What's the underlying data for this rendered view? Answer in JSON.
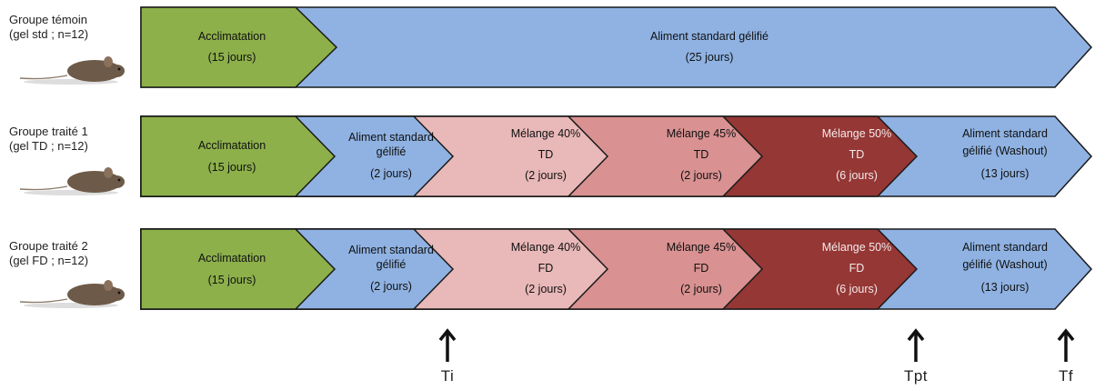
{
  "groups": [
    {
      "label_line1": "Groupe témoin",
      "label_line2": "(gel std ; n=12)"
    },
    {
      "label_line1": "Groupe traité 1",
      "label_line2": "(gel TD ; n=12)"
    },
    {
      "label_line1": "Groupe traité 2",
      "label_line2": "(gel FD ; n=12)"
    }
  ],
  "row1": {
    "seg1": {
      "line1": "Acclimatation",
      "line2": "(15 jours)"
    },
    "seg2": {
      "line1": "Aliment standard gélifié",
      "line2": "(25 jours)"
    }
  },
  "row2": {
    "seg1": {
      "line1": "Acclimatation",
      "line2": "(15 jours)"
    },
    "seg2": {
      "line1": "Aliment standard",
      "line2": "gélifié",
      "line3": "(2 jours)"
    },
    "seg3": {
      "line1": "Mélange 40%",
      "line2": "TD",
      "line3": "(2 jours)"
    },
    "seg4": {
      "line1": "Mélange 45%",
      "line2": "TD",
      "line3": "(2 jours)"
    },
    "seg5": {
      "line1": "Mélange 50%",
      "line2": "TD",
      "line3": "(6 jours)"
    },
    "seg6": {
      "line1": "Aliment standard",
      "line2": "gélifié (Washout)",
      "line3": "(13 jours)"
    }
  },
  "row3": {
    "seg1": {
      "line1": "Acclimatation",
      "line2": "(15 jours)"
    },
    "seg2": {
      "line1": "Aliment standard",
      "line2": "gélifié",
      "line3": "(2 jours)"
    },
    "seg3": {
      "line1": "Mélange 40%",
      "line2": "FD",
      "line3": "(2 jours)"
    },
    "seg4": {
      "line1": "Mélange 45%",
      "line2": "FD",
      "line3": "(2 jours)"
    },
    "seg5": {
      "line1": "Mélange 50%",
      "line2": "FD",
      "line3": "(6 jours)"
    },
    "seg6": {
      "line1": "Aliment standard",
      "line2": "gélifié (Washout)",
      "line3": "(13 jours)"
    }
  },
  "markers": {
    "ti": "Ti",
    "tpt": "Tpt",
    "tf": "Tf"
  },
  "colors": {
    "acclimatation": "#8db04a",
    "standard": "#8fb2e2",
    "melange40": "#e9b8b8",
    "melange45": "#d99191",
    "melange50": "#953735",
    "outline": "#1a1a1a"
  }
}
